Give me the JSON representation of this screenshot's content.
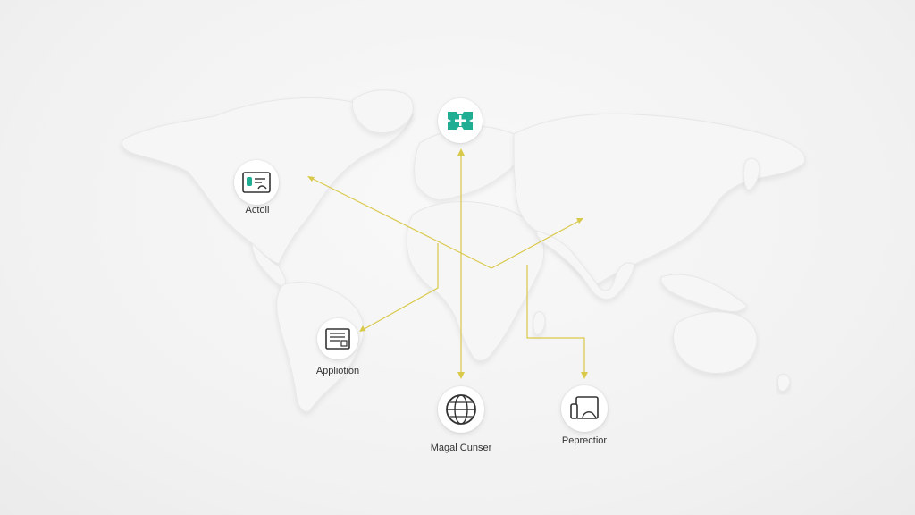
{
  "colors": {
    "background": "#f3f3f3",
    "land": "#f6f6f6",
    "connector": "#d9c94a",
    "accent_teal": "#1fae94",
    "icon_stroke": "#333333"
  },
  "nodes": [
    {
      "id": "top",
      "icon": "teal-puzzle-icon",
      "label": ""
    },
    {
      "id": "actoll",
      "icon": "id-card-icon",
      "label": "Actoll"
    },
    {
      "id": "application",
      "icon": "document-icon",
      "label": "Appliotion"
    },
    {
      "id": "magal",
      "icon": "globe-icon",
      "label": "Magal Cunser"
    },
    {
      "id": "perpection",
      "icon": "device-icon",
      "label": "Peprectior"
    }
  ]
}
